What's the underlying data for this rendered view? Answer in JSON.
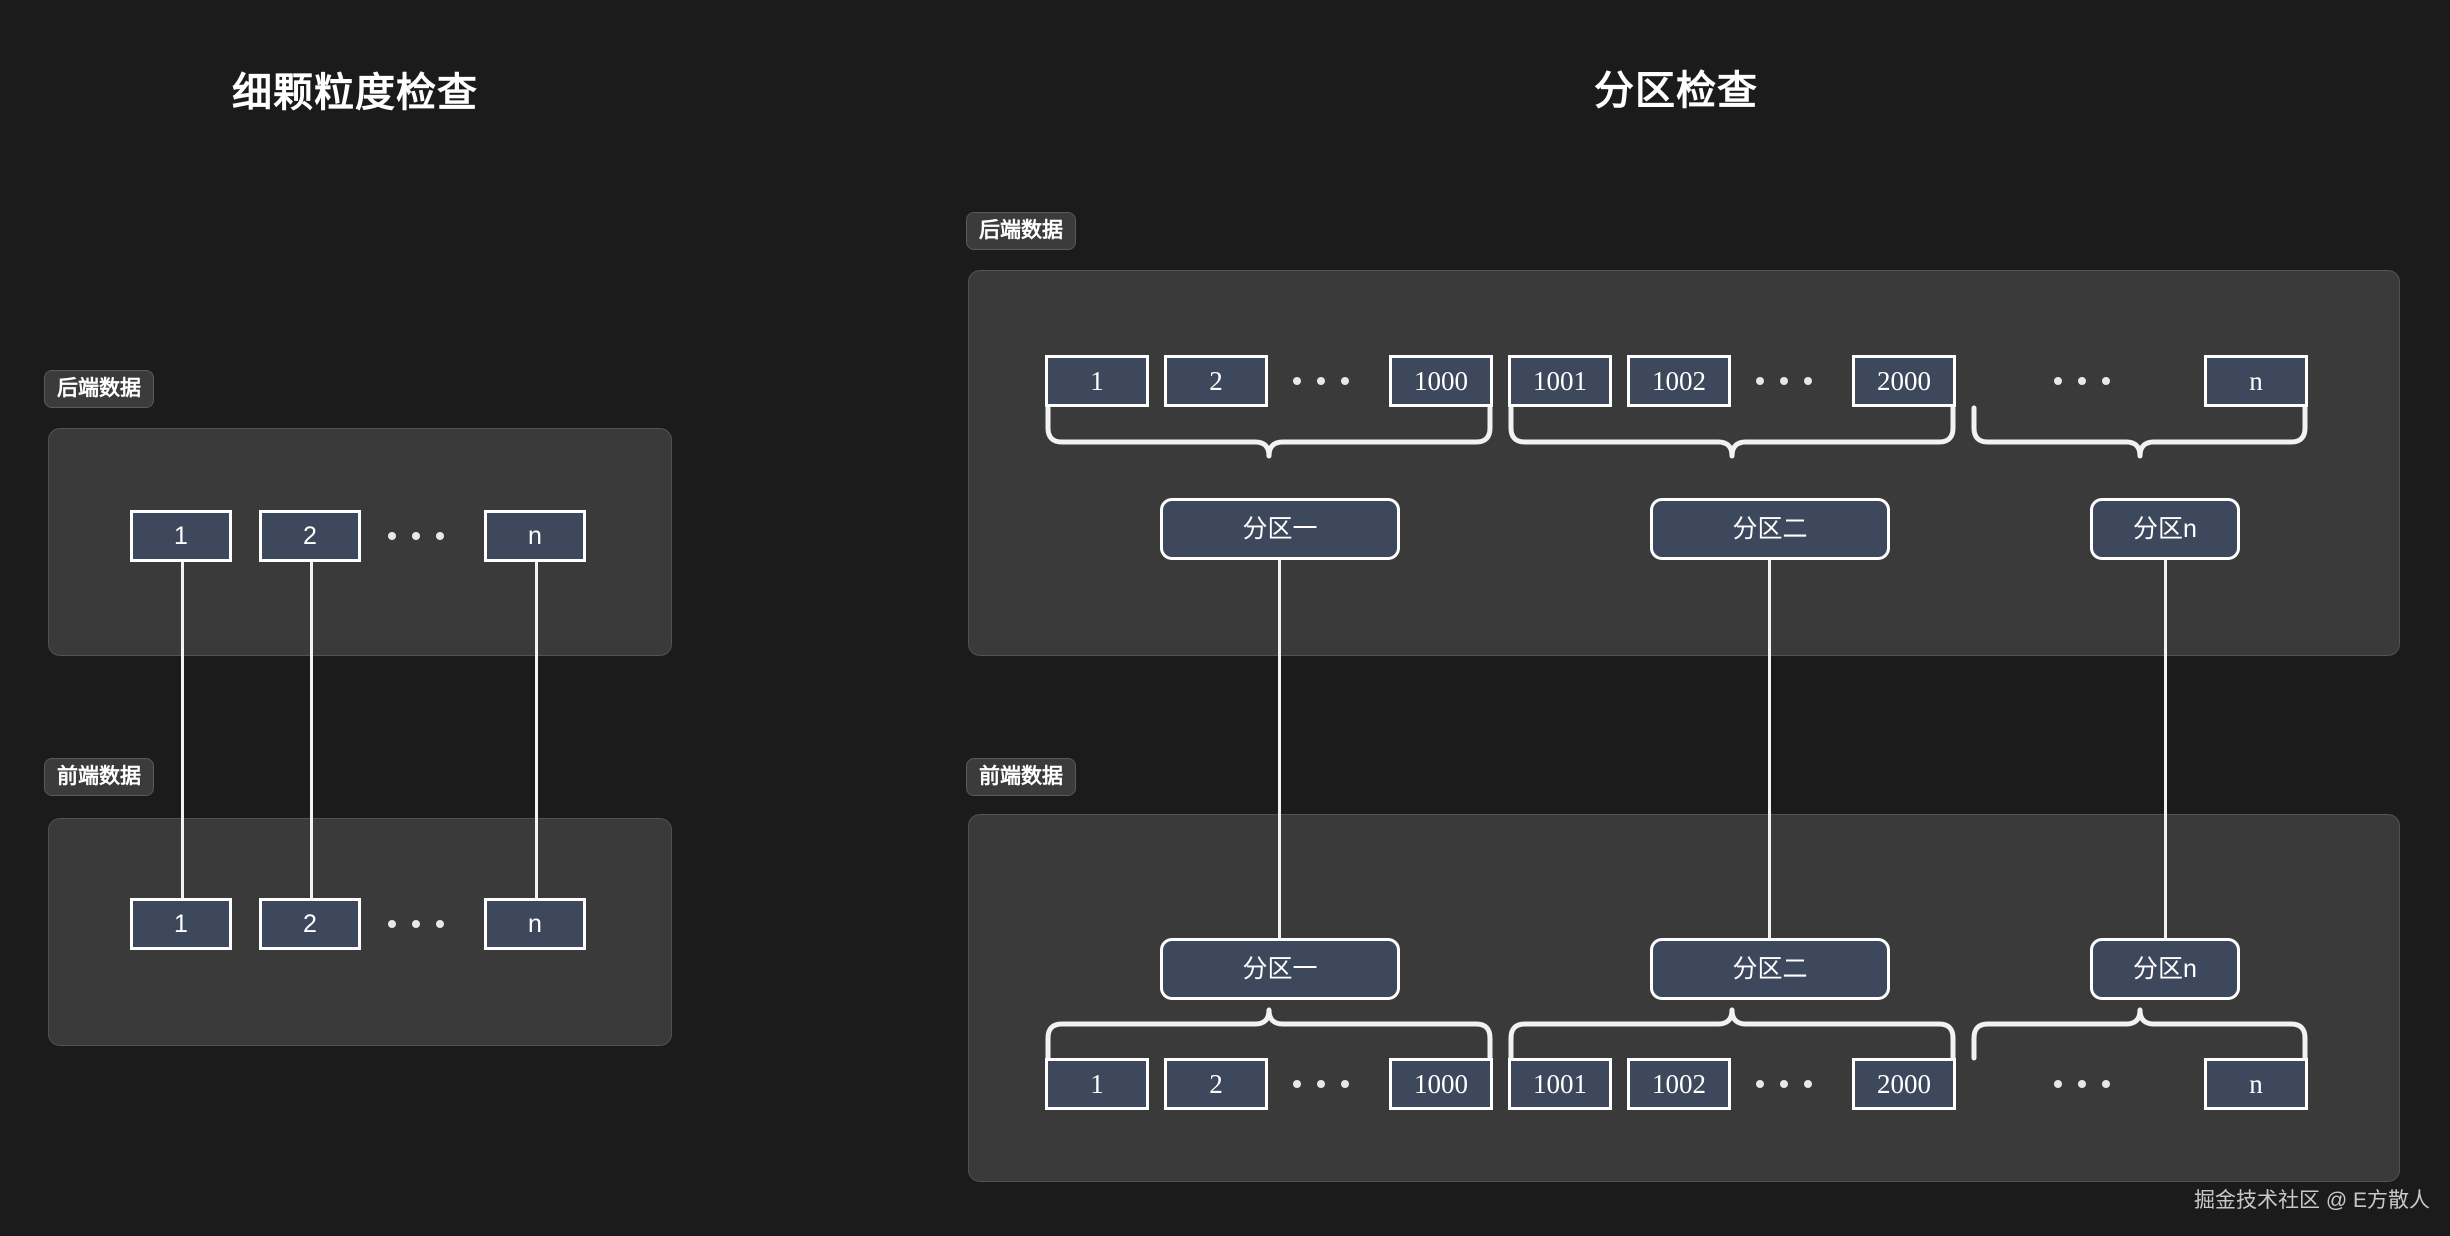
{
  "page": {
    "background": "#1b1b1b",
    "panel_background": "#3a3a3a",
    "box_fill": "#3e485c",
    "box_border": "#ffffff",
    "watermark": "掘金技术社区 @ E方散人"
  },
  "left_section": {
    "title": "细颗粒度检查",
    "backend": {
      "tag": "后端数据",
      "items": [
        "1",
        "2",
        "n"
      ],
      "ellipsis": "···"
    },
    "frontend": {
      "tag": "前端数据",
      "items": [
        "1",
        "2",
        "n"
      ],
      "ellipsis": "···"
    }
  },
  "right_section": {
    "title": "分区检查",
    "backend": {
      "tag": "后端数据",
      "groups": [
        {
          "items": [
            "1",
            "2",
            "1000"
          ],
          "partition": "分区一"
        },
        {
          "items": [
            "1001",
            "1002",
            "2000"
          ],
          "partition": "分区二"
        },
        {
          "items": [
            "n"
          ],
          "partition": "分区n"
        }
      ]
    },
    "frontend": {
      "tag": "前端数据",
      "groups": [
        {
          "partition": "分区一",
          "items": [
            "1",
            "2",
            "1000"
          ]
        },
        {
          "partition": "分区二",
          "items": [
            "1001",
            "1002",
            "2000"
          ]
        },
        {
          "partition": "分区n",
          "items": [
            "n"
          ]
        }
      ]
    }
  }
}
